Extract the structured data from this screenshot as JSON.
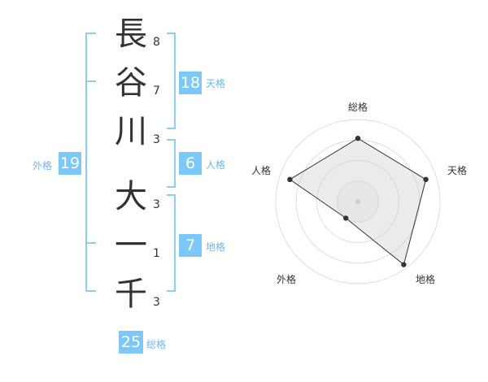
{
  "name": {
    "characters": [
      {
        "char": "長",
        "strokes": "8"
      },
      {
        "char": "谷",
        "strokes": "7"
      },
      {
        "char": "川",
        "strokes": "3"
      },
      {
        "char": "大",
        "strokes": "3"
      },
      {
        "char": "一",
        "strokes": "1"
      },
      {
        "char": "千",
        "strokes": "3"
      }
    ]
  },
  "fortune": {
    "tenkaku": {
      "value": "18",
      "label": "天格"
    },
    "jinkaku": {
      "value": "6",
      "label": "人格"
    },
    "chikaku": {
      "value": "7",
      "label": "地格"
    },
    "gaikaku": {
      "value": "19",
      "label": "外格"
    },
    "soukaku": {
      "value": "25",
      "label": "総格"
    }
  },
  "colors": {
    "accent": "#7cc8f8",
    "bracket": "#8ccdf5",
    "label": "#6fb7e8",
    "text": "#333333"
  },
  "chart_data": {
    "type": "radar",
    "axes": [
      "総格",
      "天格",
      "地格",
      "外格",
      "人格"
    ],
    "values": [
      0.77,
      0.87,
      0.95,
      0.25,
      0.87
    ],
    "range": [
      0,
      1
    ],
    "rings": 4
  }
}
